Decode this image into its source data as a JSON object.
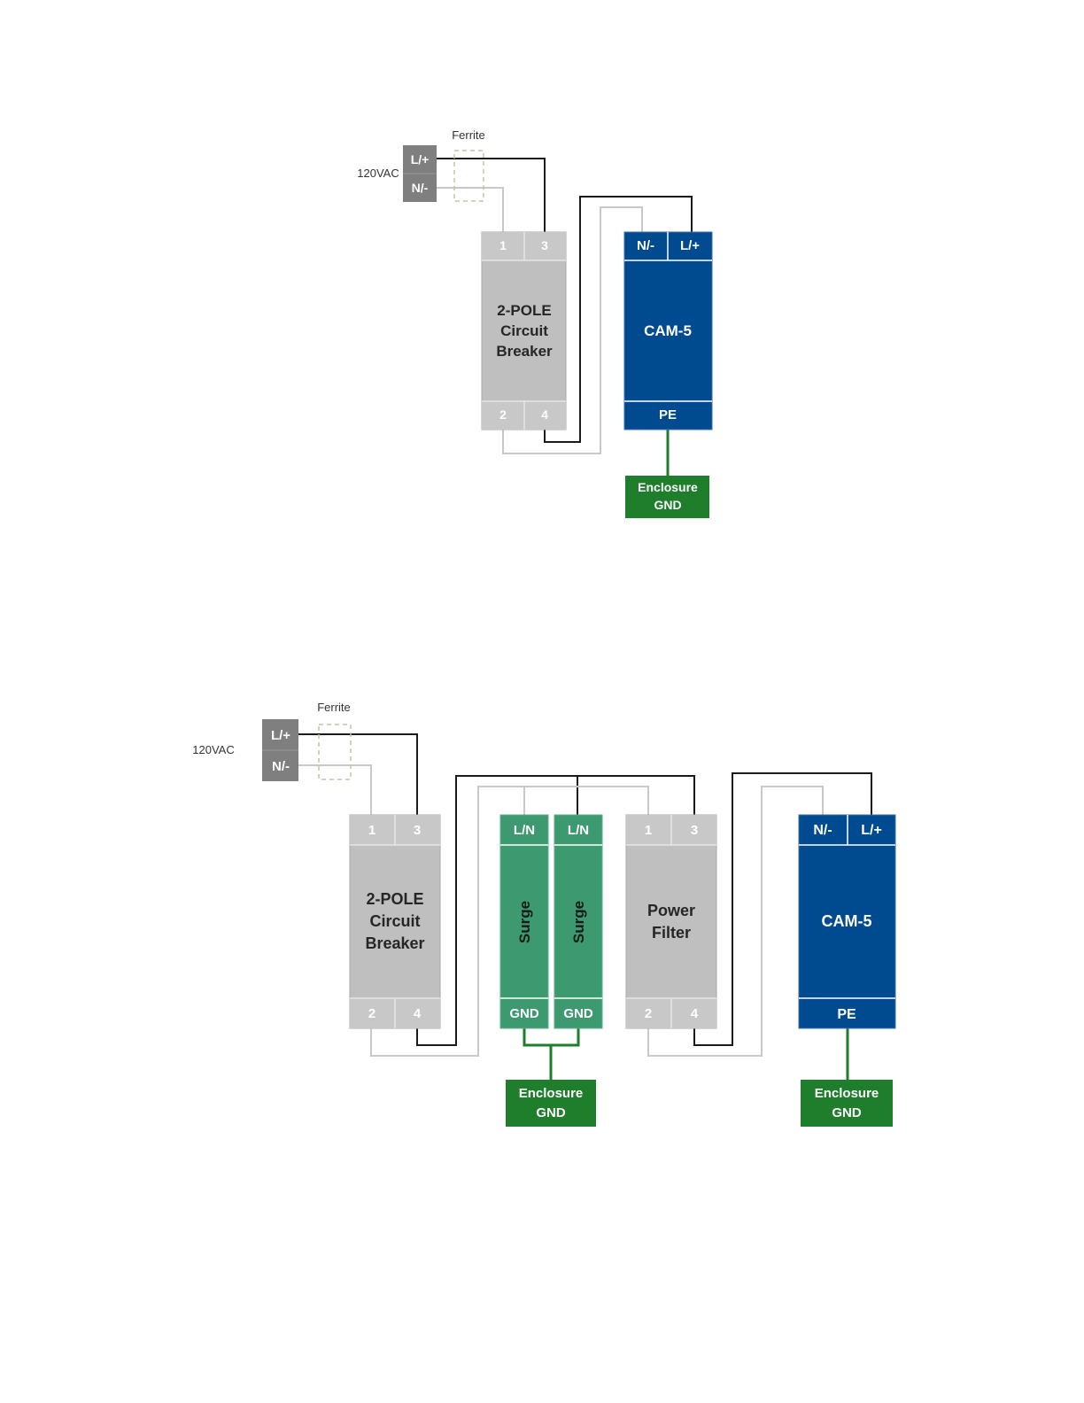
{
  "diagram1": {
    "source_label": "120VAC",
    "ferrite_label": "Ferrite",
    "source_terminals": [
      "L/+",
      "N/-"
    ],
    "breaker": {
      "name_lines": [
        "2-POLE",
        "Circuit",
        "Breaker"
      ],
      "top_terminals": [
        "1",
        "3"
      ],
      "bottom_terminals": [
        "2",
        "4"
      ]
    },
    "cam": {
      "name": "CAM-5",
      "top_terminals": [
        "N/-",
        "L/+"
      ],
      "bottom_terminal": "PE"
    },
    "ground": {
      "lines": [
        "Enclosure",
        "GND"
      ]
    }
  },
  "diagram2": {
    "source_label": "120VAC",
    "ferrite_label": "Ferrite",
    "source_terminals": [
      "L/+",
      "N/-"
    ],
    "breaker": {
      "name_lines": [
        "2-POLE",
        "Circuit",
        "Breaker"
      ],
      "top_terminals": [
        "1",
        "3"
      ],
      "bottom_terminals": [
        "2",
        "4"
      ]
    },
    "surge1": {
      "name": "Surge",
      "top_terminal": "L/N",
      "bottom_terminal": "GND"
    },
    "surge2": {
      "name": "Surge",
      "top_terminal": "L/N",
      "bottom_terminal": "GND"
    },
    "filter": {
      "name_lines": [
        "Power",
        "Filter"
      ],
      "top_terminals": [
        "1",
        "3"
      ],
      "bottom_terminals": [
        "2",
        "4"
      ]
    },
    "cam": {
      "name": "CAM-5",
      "top_terminals": [
        "N/-",
        "L/+"
      ],
      "bottom_terminal": "PE"
    },
    "ground1": {
      "lines": [
        "Enclosure",
        "GND"
      ]
    },
    "ground2": {
      "lines": [
        "Enclosure",
        "GND"
      ]
    }
  },
  "colors": {
    "source_gray": "#7f7f7f",
    "breaker_gray": "#bfbfbf",
    "cam_blue": "#004a8f",
    "surge_green": "#3d9970",
    "ground_green": "#1e7e2c",
    "wire_black": "#1a1a1a",
    "wire_gray": "#c8c8c8"
  }
}
